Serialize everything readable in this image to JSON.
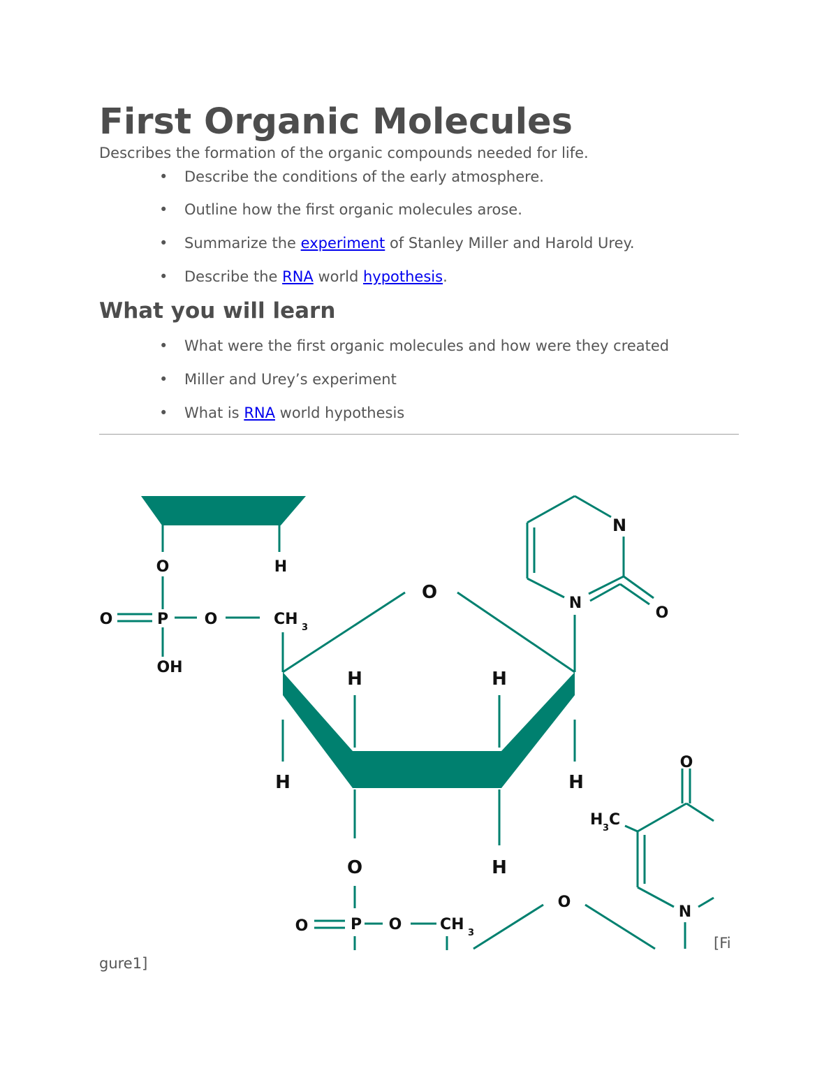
{
  "title": "First Organic Molecules",
  "intro": "Describes the formation of the organic compounds needed for life.",
  "objectives": [
    {
      "text": "Describe the conditions of the early atmosphere."
    },
    {
      "text": "Outline how the first organic molecules arose."
    },
    {
      "pre": "Summarize the ",
      "link": "experiment",
      "post": " of Stanley Miller and Harold Urey."
    },
    {
      "pre": "Describe the ",
      "link1": "RNA",
      "mid": " world ",
      "link2": "hypothesis",
      "post": "."
    }
  ],
  "learn_heading": "What you will learn",
  "learn": [
    {
      "text": "What were the first organic molecules and how were they created"
    },
    {
      "text": "Miller and Urey’s experiment"
    },
    {
      "pre": "What is ",
      "link": "RNA",
      "post": " world hypothesis"
    }
  ],
  "bullet": "•",
  "figure": {
    "ring_color": "#00806f",
    "atoms": {
      "O": "O",
      "H": "H",
      "P": "P",
      "OH": "OH",
      "N": "N",
      "C": "C",
      "CH": "CH",
      "H3C_H": "H",
      "sub3": "3"
    }
  },
  "caption_part1": "[Fi",
  "caption_part2": "gure1]"
}
